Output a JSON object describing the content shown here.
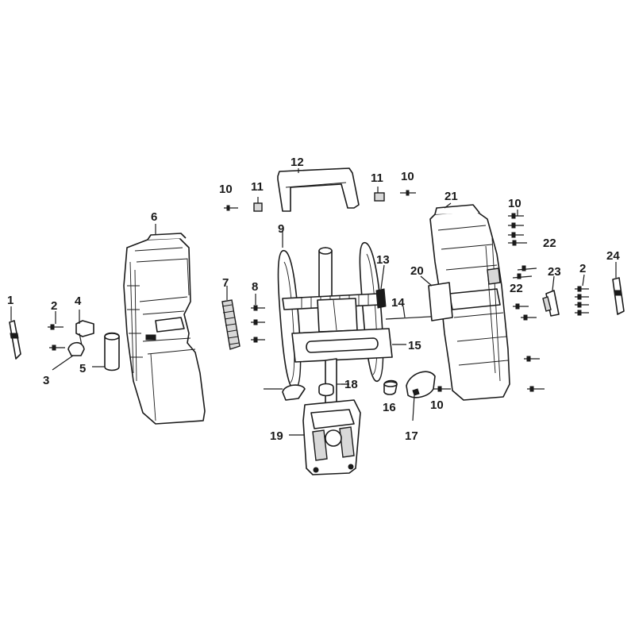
{
  "colors": {
    "ink": "#1a1a1a",
    "background": "#ffffff",
    "shade": "#d8d8d8"
  },
  "callouts": [
    {
      "id": "c1",
      "text": "1"
    },
    {
      "id": "c2a",
      "text": "2"
    },
    {
      "id": "c2b",
      "text": "2"
    },
    {
      "id": "c3",
      "text": "3"
    },
    {
      "id": "c4",
      "text": "4"
    },
    {
      "id": "c5",
      "text": "5"
    },
    {
      "id": "c6",
      "text": "6"
    },
    {
      "id": "c7",
      "text": "7"
    },
    {
      "id": "c8",
      "text": "8"
    },
    {
      "id": "c9",
      "text": "9"
    },
    {
      "id": "c10a",
      "text": "10"
    },
    {
      "id": "c10b",
      "text": "10"
    },
    {
      "id": "c10c",
      "text": "10"
    },
    {
      "id": "c10d",
      "text": "10"
    },
    {
      "id": "c11a",
      "text": "11"
    },
    {
      "id": "c11b",
      "text": "11"
    },
    {
      "id": "c12",
      "text": "12"
    },
    {
      "id": "c13",
      "text": "13"
    },
    {
      "id": "c14",
      "text": "14"
    },
    {
      "id": "c15",
      "text": "15"
    },
    {
      "id": "c16",
      "text": "16"
    },
    {
      "id": "c17",
      "text": "17"
    },
    {
      "id": "c18",
      "text": "18"
    },
    {
      "id": "c19",
      "text": "19"
    },
    {
      "id": "c20",
      "text": "20"
    },
    {
      "id": "c21",
      "text": "21"
    },
    {
      "id": "c22a",
      "text": "22"
    },
    {
      "id": "c22b",
      "text": "22"
    },
    {
      "id": "c23",
      "text": "23"
    },
    {
      "id": "c24",
      "text": "24"
    }
  ]
}
